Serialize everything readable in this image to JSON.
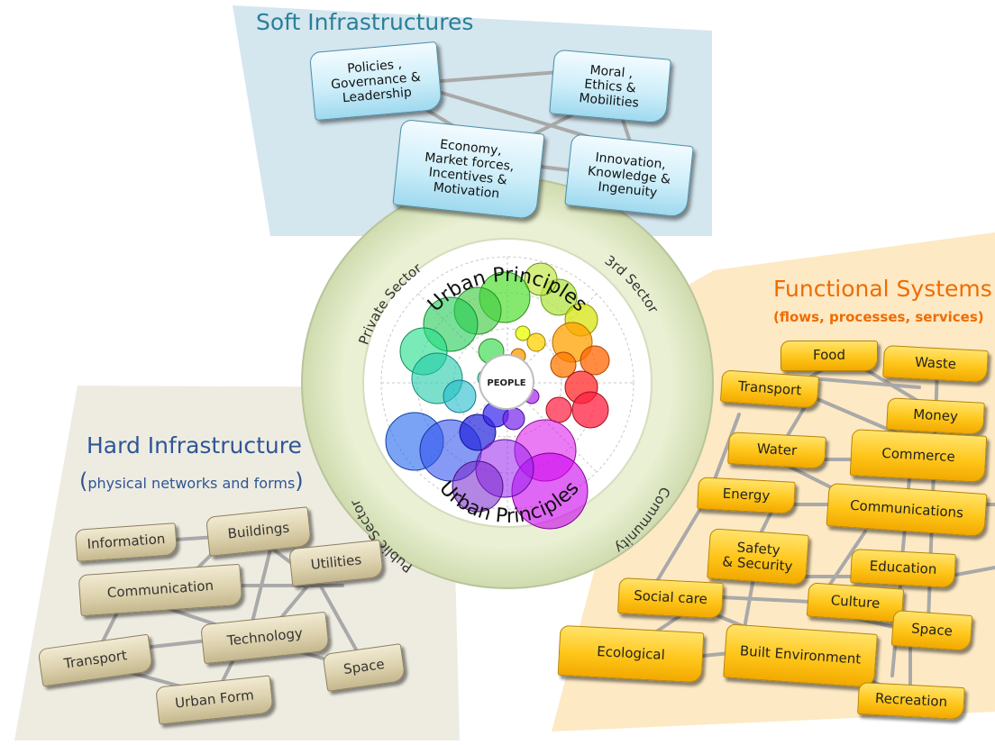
{
  "soft": {
    "title": "Soft Infrastructures",
    "nodes": [
      "Policies ,\nGovernance &\nLeadership",
      "Moral ,\nEthics &\nMobilities",
      "Economy,\nMarket forces,\nIncentives &\nMotivation",
      "Innovation,\nKnowledge &\nIngenuity"
    ]
  },
  "functional": {
    "title": "Functional Systems",
    "subtitle": "(flows, processes, services)",
    "nodes": [
      "Food",
      "Waste",
      "Transport",
      "Money",
      "Water",
      "Commerce",
      "Energy",
      "Communications",
      "Safety\n& Security",
      "Education",
      "Social care",
      "Culture",
      "Space",
      "Ecological",
      "Built Environment",
      "Recreation"
    ]
  },
  "hard": {
    "title": "Hard Infrastructure",
    "subtitle_paren": "(",
    "subtitle_text": "physical networks and forms",
    "subtitle_close": ")",
    "nodes": [
      "Information",
      "Buildings",
      "Utilities",
      "Communication",
      "Technology",
      "Transport",
      "Space",
      "Urban Form"
    ]
  },
  "ring": {
    "sectors": [
      "Private Sector",
      "3rd Sector",
      "Public Sector",
      "Community"
    ],
    "top_label": "Urban Principles",
    "bottom_label": "Urban Principles",
    "center": "PEOPLE"
  },
  "colors": {
    "soft_title": "#2a7f9a",
    "functional_title": "#ef6c00",
    "hard_title": "#2f5597",
    "ring": "#e3ecc9",
    "soft_panel": "#d4e6ee",
    "functional_panel": "#fde9c4",
    "hard_panel": "#eeece1"
  }
}
